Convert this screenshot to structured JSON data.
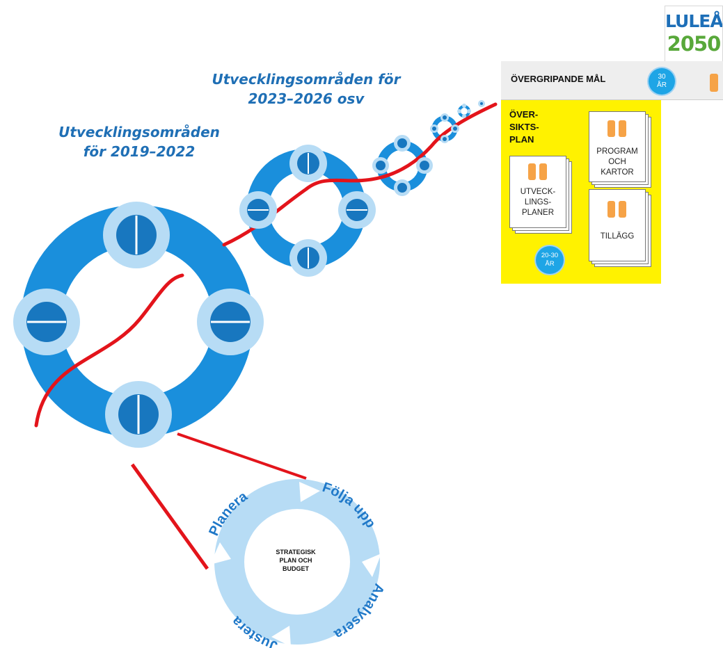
{
  "titles": {
    "left_line1": "Utvecklingsområden",
    "left_line2": "för 2019–2022",
    "right_line1": "Utvecklingsområden för",
    "right_line2": "2023–2026 osv"
  },
  "logo": {
    "line1": "LULEÅ",
    "line2": "2050"
  },
  "goal_bar": {
    "label": "ÖVERGRIPANDE MÅL",
    "badge_line1": "30",
    "badge_line2": "ÅR"
  },
  "plan_panel": {
    "title_line1": "ÖVER-",
    "title_line2": "SIKTS-",
    "title_line3": "PLAN",
    "doc_program_line1": "PROGRAM",
    "doc_program_line2": "OCH",
    "doc_program_line3": "KARTOR",
    "doc_utveck_line1": "UTVECK-",
    "doc_utveck_line2": "LINGS-",
    "doc_utveck_line3": "PLANER",
    "doc_tillagg": "TILLÄGG",
    "badge_line1": "20-30",
    "badge_line2": "ÅR"
  },
  "cycle": {
    "center_line1": "STRATEGISK",
    "center_line2": "PLAN OCH",
    "center_line3": "BUDGET",
    "step_planera": "Planera",
    "step_folja_upp": "Följa upp",
    "step_analysera": "Analysera",
    "step_justera": "Justera"
  },
  "colors": {
    "ring_blue": "#1a8fdc",
    "light_blue": "#b7dcf5",
    "title_blue": "#1f6fb5",
    "red_line": "#e3141b",
    "yellow": "#fff200",
    "orange": "#f6a347"
  }
}
